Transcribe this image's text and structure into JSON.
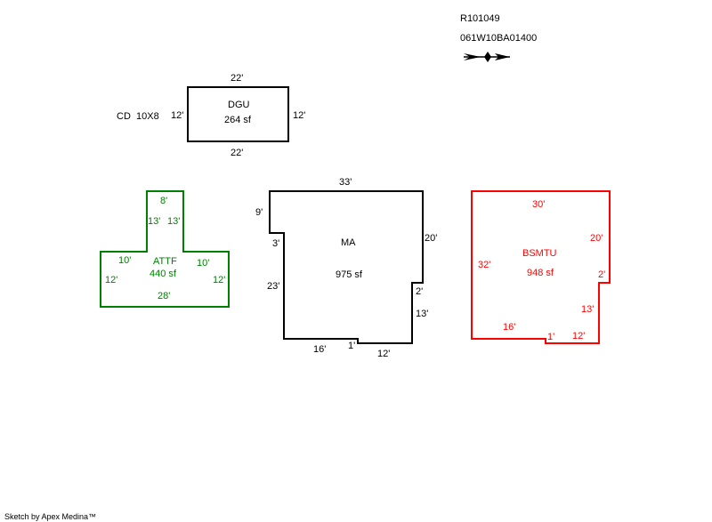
{
  "header": {
    "parcel_id": "R101049",
    "map_number": "061W10BA01400"
  },
  "north_arrow": {
    "icon": "north-arrow-icon"
  },
  "colors": {
    "ma": "#000000",
    "attf": "#008000",
    "bsmtu": "#ff0000",
    "dgu": "#000000"
  },
  "dgu": {
    "label": "DGU",
    "area": "264 sf",
    "dims": {
      "top": "22'",
      "bottom": "22'",
      "left": "12'",
      "right": "12'"
    },
    "note": "CD  10X8"
  },
  "attf": {
    "label": "ATTF",
    "area": "440 sf",
    "dims": {
      "top": "8'",
      "stem_left": "13'",
      "stem_right": "13'",
      "shoulder_left": "10'",
      "shoulder_right": "10'",
      "left": "12'",
      "right": "12'",
      "bottom": "28'"
    }
  },
  "ma": {
    "label": "MA",
    "area": "975 sf",
    "dims": {
      "top": "33'",
      "left_top": "9'",
      "step": "3'",
      "left": "23'",
      "right_top": "20'",
      "right_step": "2'",
      "right_bottom": "13'",
      "bottom_left": "16'",
      "bottom_step": "1'",
      "bottom_right": "12'"
    }
  },
  "bsmtu": {
    "label": "BSMTU",
    "area": "948 sf",
    "dims": {
      "top": "30'",
      "left": "32'",
      "right_top": "20'",
      "right_step": "2'",
      "right_bottom": "13'",
      "bottom_left": "16'",
      "bottom_step": "1'",
      "bottom_right": "12'"
    }
  },
  "footer": {
    "credit": "Sketch by Apex Medina™"
  }
}
